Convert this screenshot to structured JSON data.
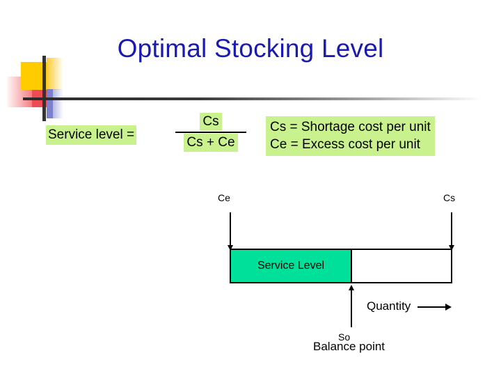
{
  "slide": {
    "title": "Optimal Stocking Level",
    "title_color": "#1a1ab0",
    "background_color": "#ffffff"
  },
  "formula": {
    "service_label": "Service level =",
    "numerator": "Cs",
    "denominator": "Cs + Ce",
    "highlight_color": "#c9f28e"
  },
  "legend": {
    "line1": "Cs = Shortage cost per unit",
    "line2": "Ce = Excess cost per unit",
    "highlight_color": "#c9f28e"
  },
  "diagram": {
    "left_marker": "Ce",
    "right_marker": "Cs",
    "bar_fill_label": "Service Level",
    "bar_fill_color": "#00e09b",
    "bar_border_color": "#000000",
    "axis_label": "Quantity",
    "point_label": "So",
    "point_caption": "Balance point"
  },
  "decor": {
    "yellow": "#ffcc00",
    "red": "#ef4b52",
    "blue": "#7b80cf",
    "rule": "#2b2b2b"
  }
}
